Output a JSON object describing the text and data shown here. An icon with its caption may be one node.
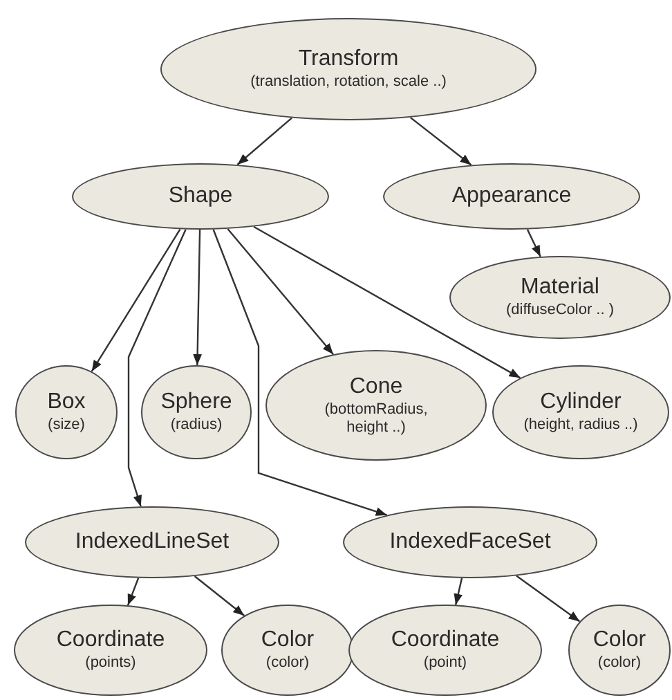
{
  "diagram": {
    "nodes": [
      {
        "text": [
          "Transform",
          "(translation, rotation, scale ..)"
        ]
      },
      {
        "text": [
          "Shape"
        ]
      },
      {
        "text": [
          "Appearance"
        ]
      },
      {
        "text": [
          "Material",
          "(diffuseColor .. )"
        ]
      },
      {
        "text": [
          "Box",
          "(size)"
        ]
      },
      {
        "text": [
          "Sphere",
          "(radius)"
        ]
      },
      {
        "text": [
          "Cone",
          "(bottomRadius, height ..)"
        ]
      },
      {
        "text": [
          "Cylinder",
          "(height, radius ..)"
        ]
      },
      {
        "text": [
          "IndexedLineSet"
        ]
      },
      {
        "text": [
          "IndexedFaceSet"
        ]
      },
      {
        "text": [
          "Coordinate",
          "(points)"
        ]
      },
      {
        "text": [
          "Color",
          "(color)"
        ]
      },
      {
        "text": [
          "Coordinate",
          "(point)"
        ]
      },
      {
        "text": [
          "Color",
          "(color)"
        ]
      }
    ],
    "edges": [
      {
        "from": 0,
        "to": 1,
        "arrow": "to"
      },
      {
        "from": 0,
        "to": 2,
        "arrow": "to"
      },
      {
        "from": 2,
        "to": 3,
        "arrow": "to"
      },
      {
        "from": 1,
        "to": 4,
        "arrow": "to"
      },
      {
        "from": 1,
        "to": 5,
        "arrow": "to"
      },
      {
        "from": 1,
        "to": 6,
        "arrow": "to"
      },
      {
        "from": 1,
        "to": 7,
        "arrow": "to"
      },
      {
        "from": 1,
        "to": 8,
        "arrow": "to"
      },
      {
        "from": 1,
        "to": 9,
        "arrow": "to"
      },
      {
        "from": 8,
        "to": 10,
        "arrow": "to"
      },
      {
        "from": 8,
        "to": 11,
        "arrow": "to"
      },
      {
        "from": 9,
        "to": 12,
        "arrow": "to"
      },
      {
        "from": 9,
        "to": 13,
        "arrow": "to"
      }
    ]
  }
}
